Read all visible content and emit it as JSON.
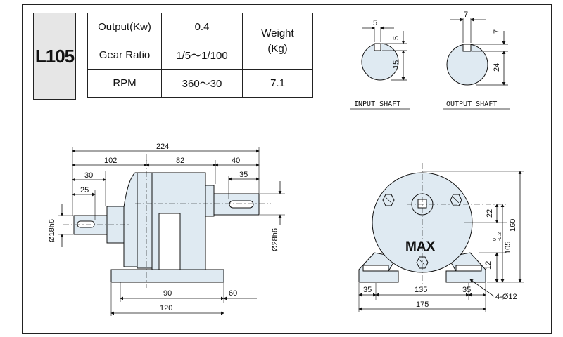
{
  "model": "L105",
  "spec": {
    "output_label": "Output(Kw)",
    "output_value": "0.4",
    "ratio_label": "Gear Ratio",
    "ratio_value": "1/5～1/100",
    "rpm_label": "RPM",
    "rpm_value": "360～30",
    "weight_label_line1": "Weight",
    "weight_label_line2": "(Kg)",
    "weight_value": "7.1"
  },
  "input_shaft": {
    "caption": "INPUT SHAFT",
    "key_width": "5",
    "key_depth": "5",
    "height": "15"
  },
  "output_shaft": {
    "caption": "OUTPUT SHAFT",
    "key_width": "7",
    "key_depth": "7",
    "height": "24"
  },
  "side_view": {
    "overall_length": "224",
    "input_section": "102",
    "middle_section": "82",
    "output_section": "40",
    "input_shaft_len": "30",
    "input_key_len": "25",
    "output_key_len": "35",
    "input_dia": "Ø18h6",
    "output_dia": "Ø28h6",
    "base_inner": "90",
    "base_offset": "60",
    "base_total": "120"
  },
  "front_view": {
    "max_label": "MAX",
    "shaft_offset": "22",
    "center_height": "105",
    "center_tol_top": "0",
    "center_tol_bottom": "-0.2",
    "overall_height": "160",
    "base_thickness": "12",
    "foot_left": "35",
    "foot_spacing": "135",
    "foot_right": "35",
    "total_width": "175",
    "holes": "4-Ø12"
  },
  "colors": {
    "body_fill": "#dfeaf2",
    "line": "#111111",
    "label_bg": "#e6e6e6"
  }
}
